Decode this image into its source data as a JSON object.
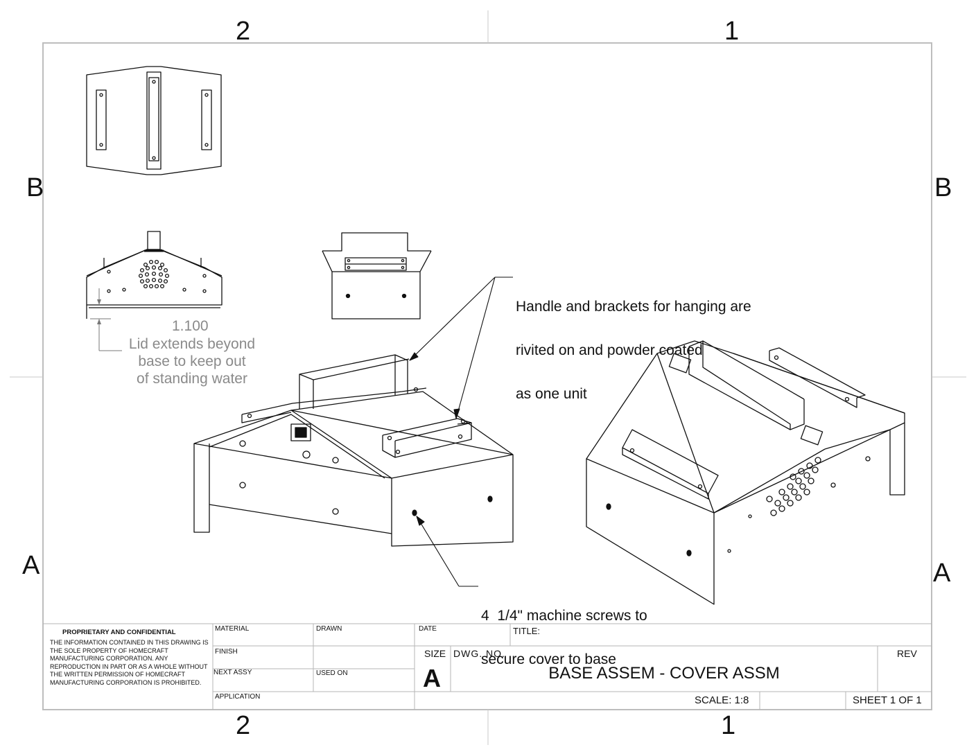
{
  "zones": {
    "top": [
      "2",
      "1"
    ],
    "bottom": [
      "2",
      "1"
    ],
    "left": [
      "B",
      "A"
    ],
    "right": [
      "B",
      "A"
    ]
  },
  "annotations": {
    "dimension_value": "1.100",
    "lid_note": [
      "Lid extends beyond",
      "base to keep out",
      "of standing water"
    ],
    "handle_note": [
      "Handle and brackets for hanging are",
      "rivited on and powder coated",
      "as one unit"
    ],
    "screws_note": [
      "4  1/4\" machine screws to",
      "secure cover to base"
    ]
  },
  "title_block": {
    "confidential_title": "PROPRIETARY AND CONFIDENTIAL",
    "confidential_body": "THE INFORMATION CONTAINED IN THIS DRAWING IS THE SOLE PROPERTY OF HOMECRAFT MANUFACTURING CORPORATION. ANY REPRODUCTION IN PART OR AS A WHOLE WITHOUT THE WRITTEN PERMISSION OF HOMECRAFT MANUFACTURING CORPORATION IS PROHIBITED.",
    "material_label": "MATERIAL",
    "finish_label": "FINISH",
    "next_assy_label": "NEXT ASSY",
    "application_label": "APPLICATION",
    "drawn_label": "DRAWN",
    "used_on_label": "USED ON",
    "date_label": "DATE",
    "title_label": "TITLE:",
    "size_label": "SIZE",
    "size_value": "A",
    "dwg_no_label": "DWG. NO.",
    "drawing_title": "BASE ASSEM - COVER ASSM",
    "rev_label": "REV",
    "scale": "SCALE: 1:8",
    "sheet": "SHEET 1 OF 1"
  }
}
